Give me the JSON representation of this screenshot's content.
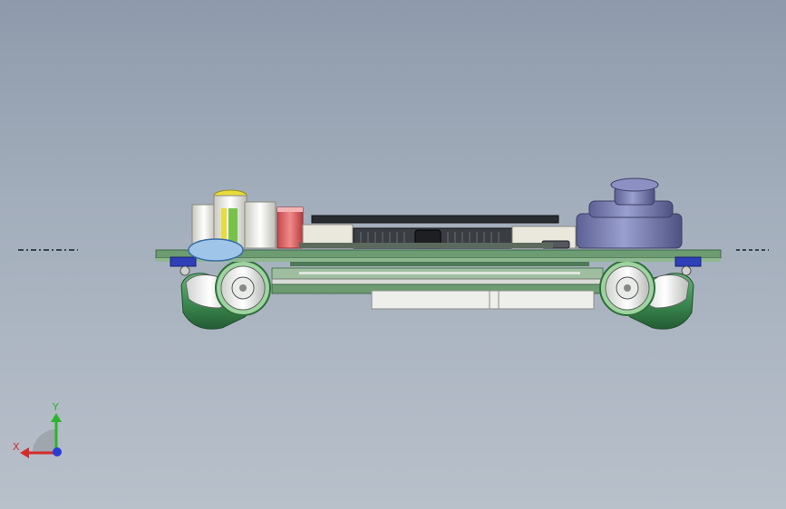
{
  "viewport": {
    "background_top": "#8e9aab",
    "background_bottom": "#b8c0ca"
  },
  "model": {
    "view": "front",
    "pcb_color": "#6d9b72",
    "board_edge_color": "#4f7a57",
    "joystick_color": "#7c80b0",
    "wheel_color": "#3f8f55",
    "capacitor_colors": [
      "#e7dc3a",
      "#77c24b",
      "#e06a6a",
      "#e8e8e2"
    ],
    "blue_part_color": "#2f3fb8",
    "heatsink_color": "#3a3d42",
    "usb_color": "#55575e"
  },
  "triad": {
    "x_label": "X",
    "y_label": "Y",
    "x_color": "#d62b2b",
    "y_color": "#2bb52b",
    "z_color": "#2b3bd6"
  }
}
